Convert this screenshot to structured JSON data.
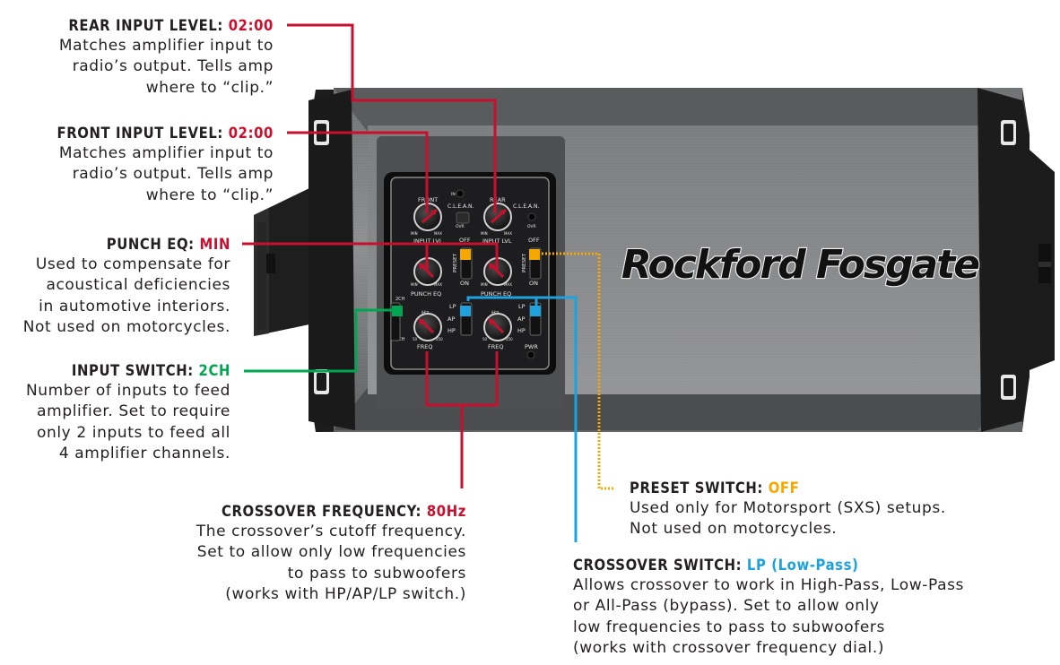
{
  "annotations": {
    "rear_input": {
      "label": "REAR INPUT LEVEL:",
      "value": "02:00",
      "lines": [
        "Matches amplifier input to",
        "radio’s output.  Tells amp",
        "where to “clip.”"
      ]
    },
    "front_input": {
      "label": "FRONT INPUT LEVEL:",
      "value": "02:00",
      "lines": [
        "Matches amplifier input to",
        "radio’s output.  Tells amp",
        "where to “clip.”"
      ]
    },
    "punch_eq": {
      "label": "PUNCH EQ:",
      "value": "MIN",
      "lines": [
        "Used to compensate for",
        "acoustical deficiencies",
        "in automotive interiors.",
        "Not used on motorcycles."
      ]
    },
    "input_switch": {
      "label": "INPUT SWITCH:",
      "value": "2CH",
      "lines": [
        "Number of inputs to feed",
        "amplifier.  Set to require",
        "only 2 inputs to feed all",
        "4 amplifier channels."
      ]
    },
    "crossover_freq": {
      "label": "CROSSOVER FREQUENCY:",
      "value": "80Hz",
      "lines": [
        "The crossover’s cutoff frequency.",
        "Set to allow only low frequencies",
        "to pass to subwoofers",
        "(works with HP/AP/LP switch.)"
      ]
    },
    "preset_switch": {
      "label": "PRESET SWITCH:",
      "value": "OFF",
      "lines": [
        "Used only for Motorsport (SXS) setups.",
        "Not used on motorcycles."
      ]
    },
    "crossover_switch": {
      "label": "CROSSOVER SWITCH:",
      "value": "LP (Low-Pass)",
      "lines": [
        "Allows crossover to work in High-Pass, Low-Pass",
        "or All-Pass (bypass).  Set to allow only",
        "low frequencies to pass to subwoofers",
        "(works with crossover frequency dial.)"
      ]
    }
  },
  "panel": {
    "front": "FRONT",
    "rear": "REAR",
    "input_lvl": "INPUT LVL",
    "min": "MIN",
    "max": "MAX",
    "clean": "C.L.E.A.N.",
    "in": "IN",
    "ovr": "OVR",
    "off": "OFF",
    "on": "ON",
    "preset": "PRESET",
    "punch_eq": "PUNCH EQ",
    "hz": "Hz",
    "freq": "FREQ",
    "lp": "LP",
    "ap": "AP",
    "hp": "HP",
    "pwr": "PWR",
    "two_ch": "2CH",
    "four_ch": "4CH",
    "f50": "50",
    "f250": "250"
  },
  "brand": "Rockford Fosgate",
  "colors": {
    "red": "#c8102e",
    "green": "#00a651",
    "yellow": "#f5a800",
    "blue": "#1ea1dc"
  }
}
